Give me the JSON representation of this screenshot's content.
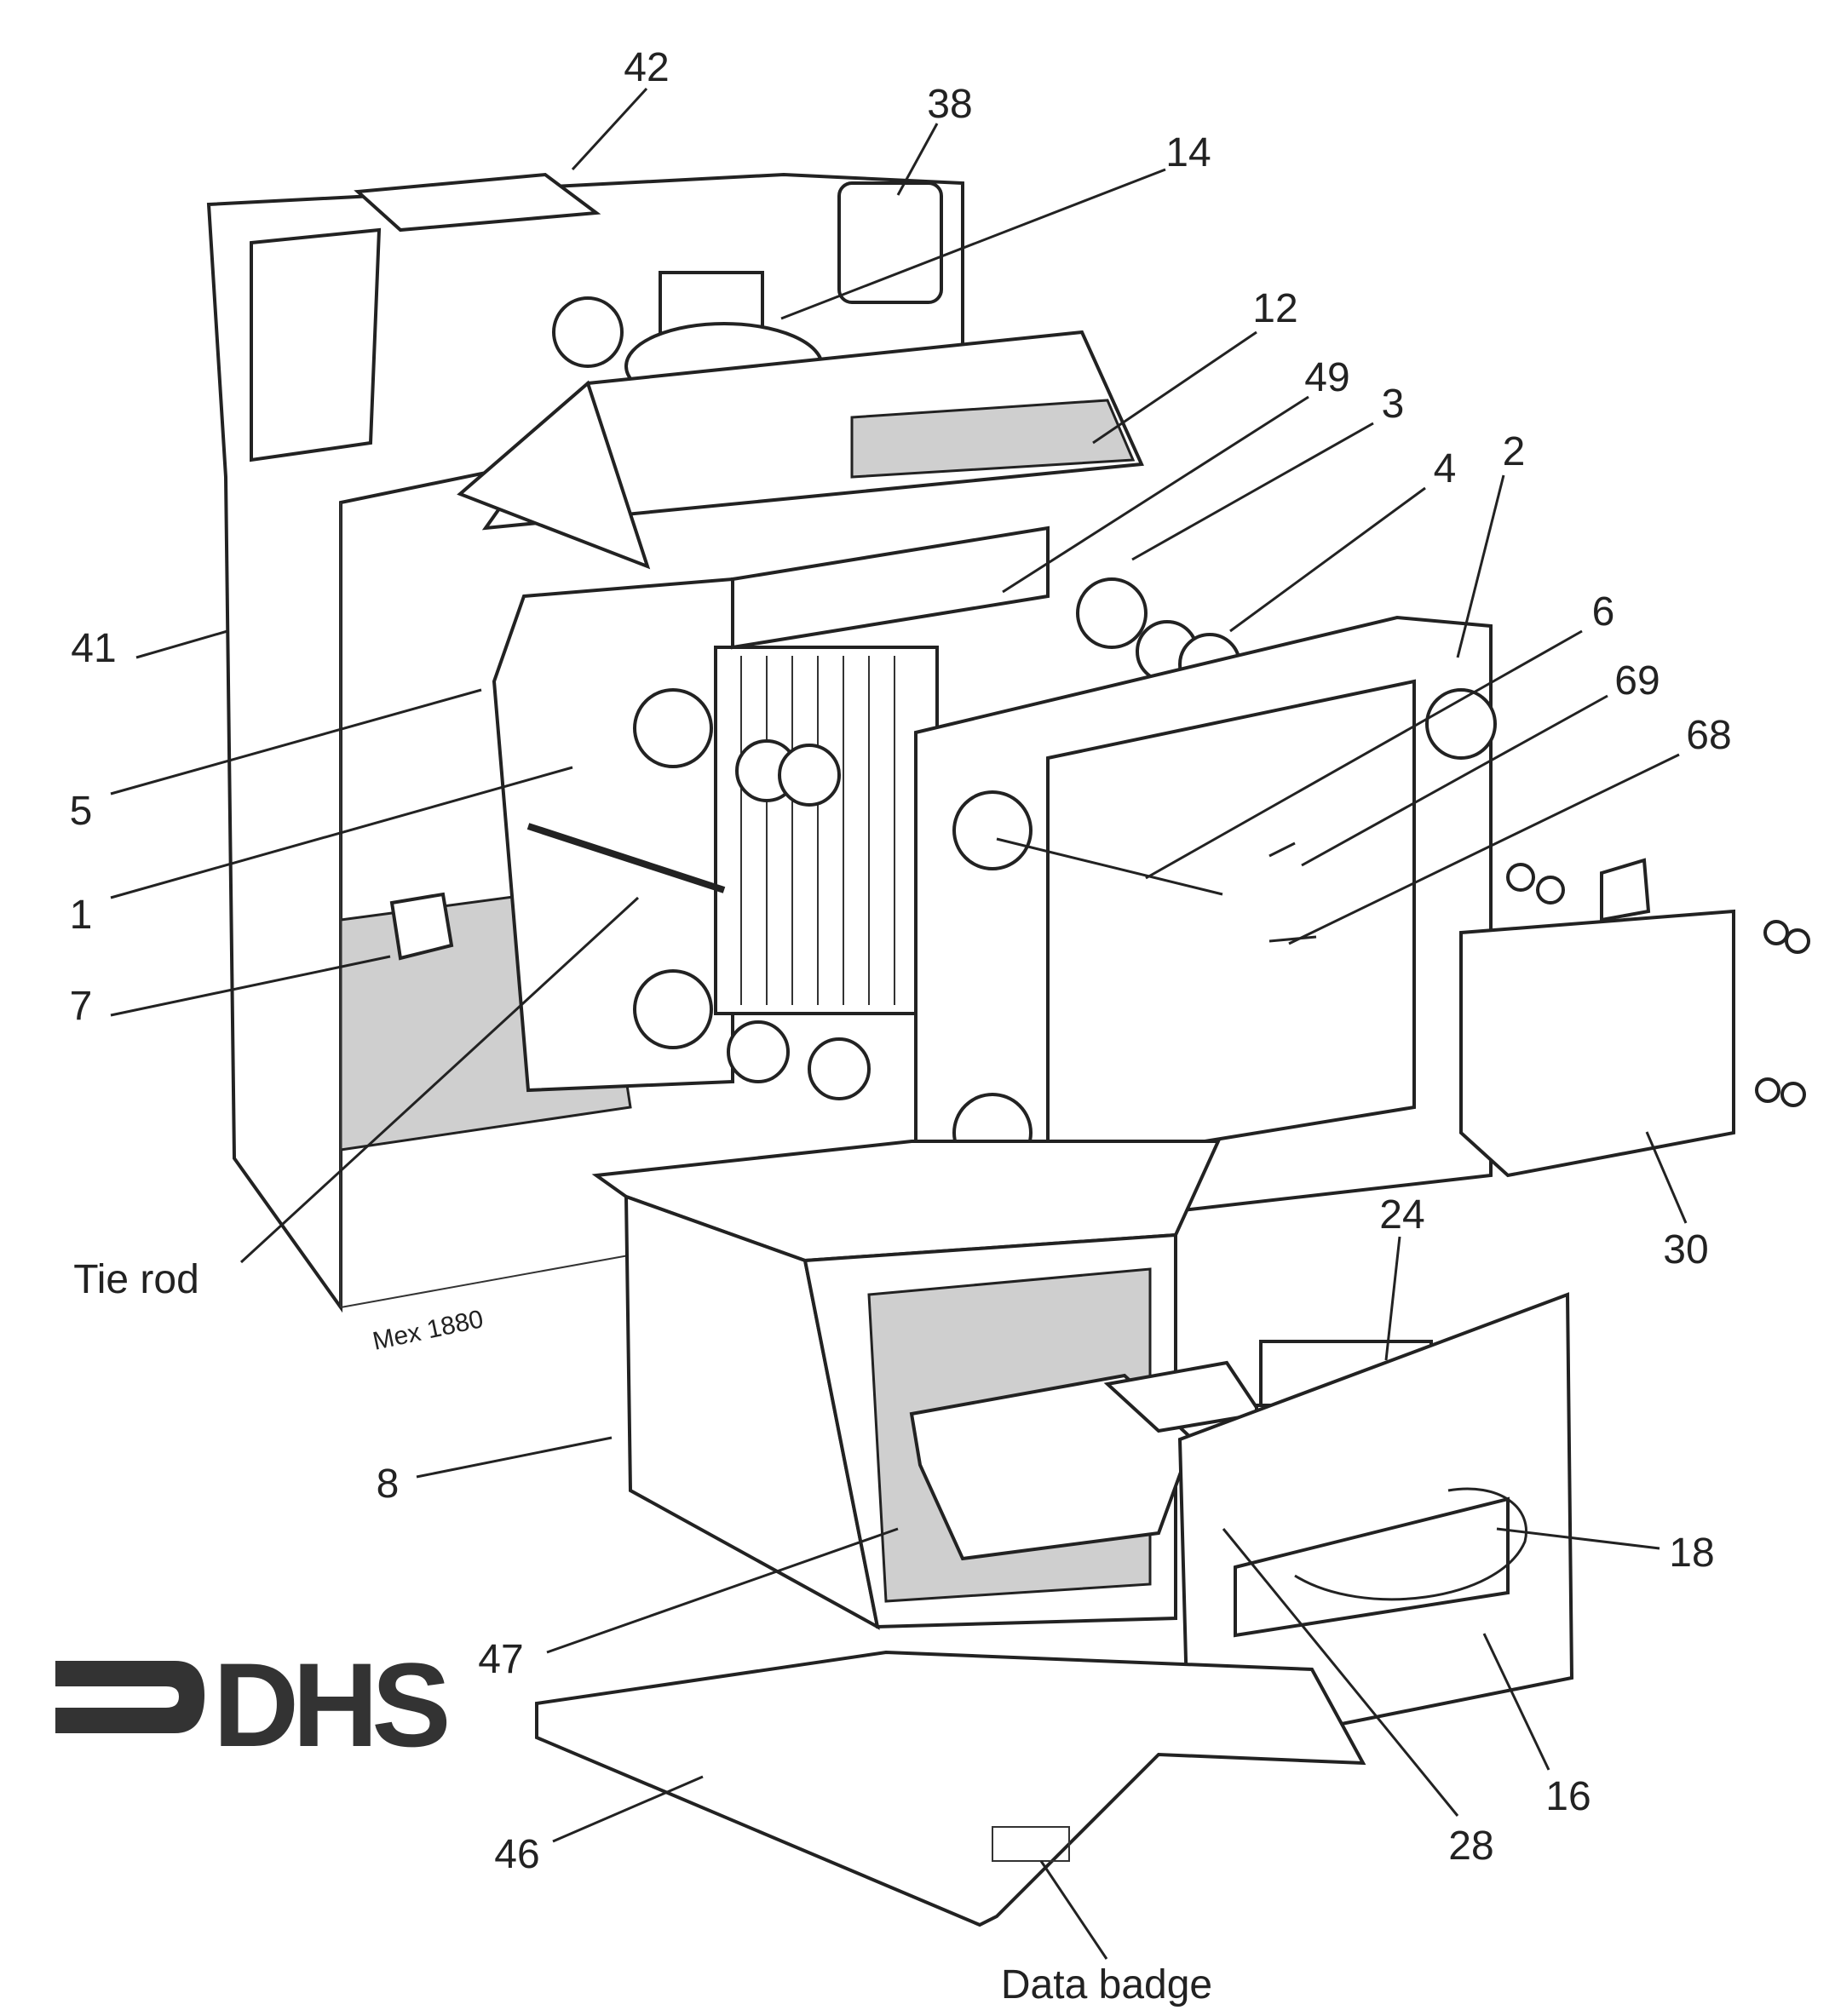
{
  "labels": {
    "p42": "42",
    "p38": "38",
    "p14": "14",
    "p12": "12",
    "p49": "49",
    "p3": "3",
    "p4": "4",
    "p2": "2",
    "p6": "6",
    "p69": "69",
    "p68": "68",
    "p41": "41",
    "p5": "5",
    "p1": "1",
    "p7": "7",
    "tie_rod": "Tie rod",
    "p30": "30",
    "p24": "24",
    "p8": "8",
    "p18": "18",
    "p47": "47",
    "p16": "16",
    "p28": "28",
    "p46": "46",
    "data_badge": "Data badge"
  },
  "drawing_ref": "Mex 1880",
  "logo_text": "DHS"
}
